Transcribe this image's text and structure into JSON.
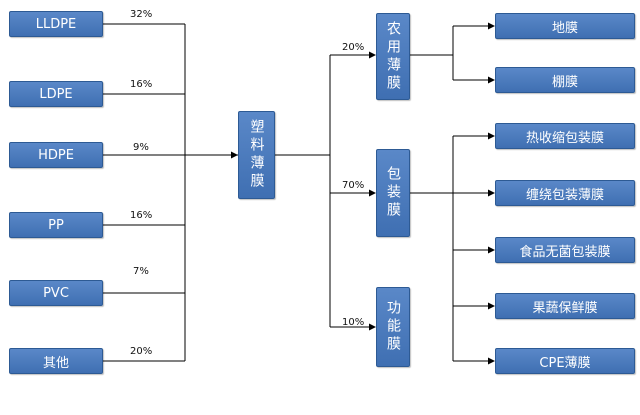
{
  "materials": [
    {
      "label": "LLDPE",
      "share": "32%"
    },
    {
      "label": "LDPE",
      "share": "16%"
    },
    {
      "label": "HDPE",
      "share": "9%"
    },
    {
      "label": "PP",
      "share": "16%"
    },
    {
      "label": "PVC",
      "share": "7%"
    },
    {
      "label": "其他",
      "share": "20%"
    }
  ],
  "center": {
    "label": "塑料薄膜"
  },
  "categories": [
    {
      "label": "农用薄膜",
      "share": "20%",
      "products": [
        "地膜",
        "棚膜"
      ]
    },
    {
      "label": "包装膜",
      "share": "70%",
      "products": [
        "热收缩包装膜",
        "缠绕包装薄膜",
        "食品无菌包装膜",
        "果蔬保鲜膜",
        "CPE薄膜"
      ]
    },
    {
      "label": "功能膜",
      "share": "10%",
      "products": []
    }
  ],
  "colors": {
    "box_fill": "#4a7bbd",
    "box_border": "#2d5a94",
    "line": "#000000"
  }
}
